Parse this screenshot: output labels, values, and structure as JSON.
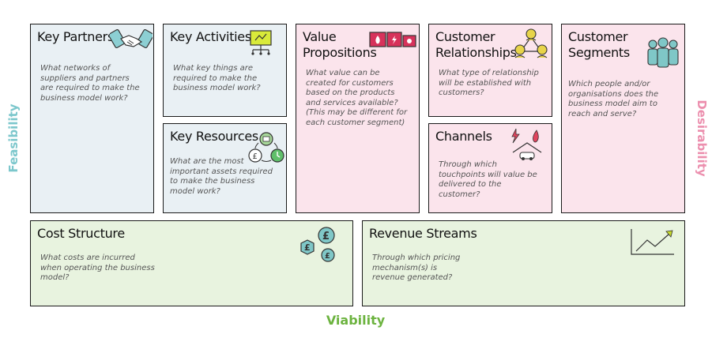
{
  "sides": {
    "feasibility": "Feasibility",
    "desirability": "Desirability",
    "viability": "Viability"
  },
  "blocks": {
    "key_partners": {
      "title": "Key Partners",
      "desc": "What networks of suppliers and partners are required to make the business model work?",
      "icon": "handshake-icon"
    },
    "key_activities": {
      "title": "Key Activities",
      "desc": "What key things are required to make the business model work?",
      "icon": "flowchart-icon"
    },
    "key_resources": {
      "title": "Key Resources",
      "desc": "What are the most important assets required to make the business model work?",
      "icon": "resources-cycle-icon"
    },
    "value_propositions": {
      "title_line1": "Value",
      "title_line2": "Propositions",
      "desc": "What value can be created for customers based on the products and services available?  (This may be different for each customer segment)",
      "icon": "utility-boxes-icon"
    },
    "customer_relationships": {
      "title_line1": "Customer",
      "title_line2": "Relationships",
      "desc": "What type of relationship will be established with customers?",
      "icon": "network-people-icon"
    },
    "channels": {
      "title": "Channels",
      "desc": "Through which touchpoints will value be delivered to the customer?",
      "icon": "house-energy-icon"
    },
    "customer_segments": {
      "title_line1": "Customer",
      "title_line2": "Segments",
      "desc": "Which people and/or organisations does the business model aim to reach and serve?",
      "icon": "people-group-icon"
    },
    "cost_structure": {
      "title": "Cost Structure",
      "desc": "What costs are incurred when operating the business model?",
      "icon": "pound-coins-icon"
    },
    "revenue_streams": {
      "title": "Revenue Streams",
      "desc": "Through which pricing mechanism(s) is revenue generated?",
      "icon": "rising-chart-icon"
    }
  },
  "colors": {
    "feasibility": "#7cc7cc",
    "desirability": "#ec8fae",
    "viability": "#6cb33f",
    "blue_fill": "#e9f0f4",
    "pink_fill": "#fbe4ec",
    "green_fill": "#e8f3df"
  }
}
